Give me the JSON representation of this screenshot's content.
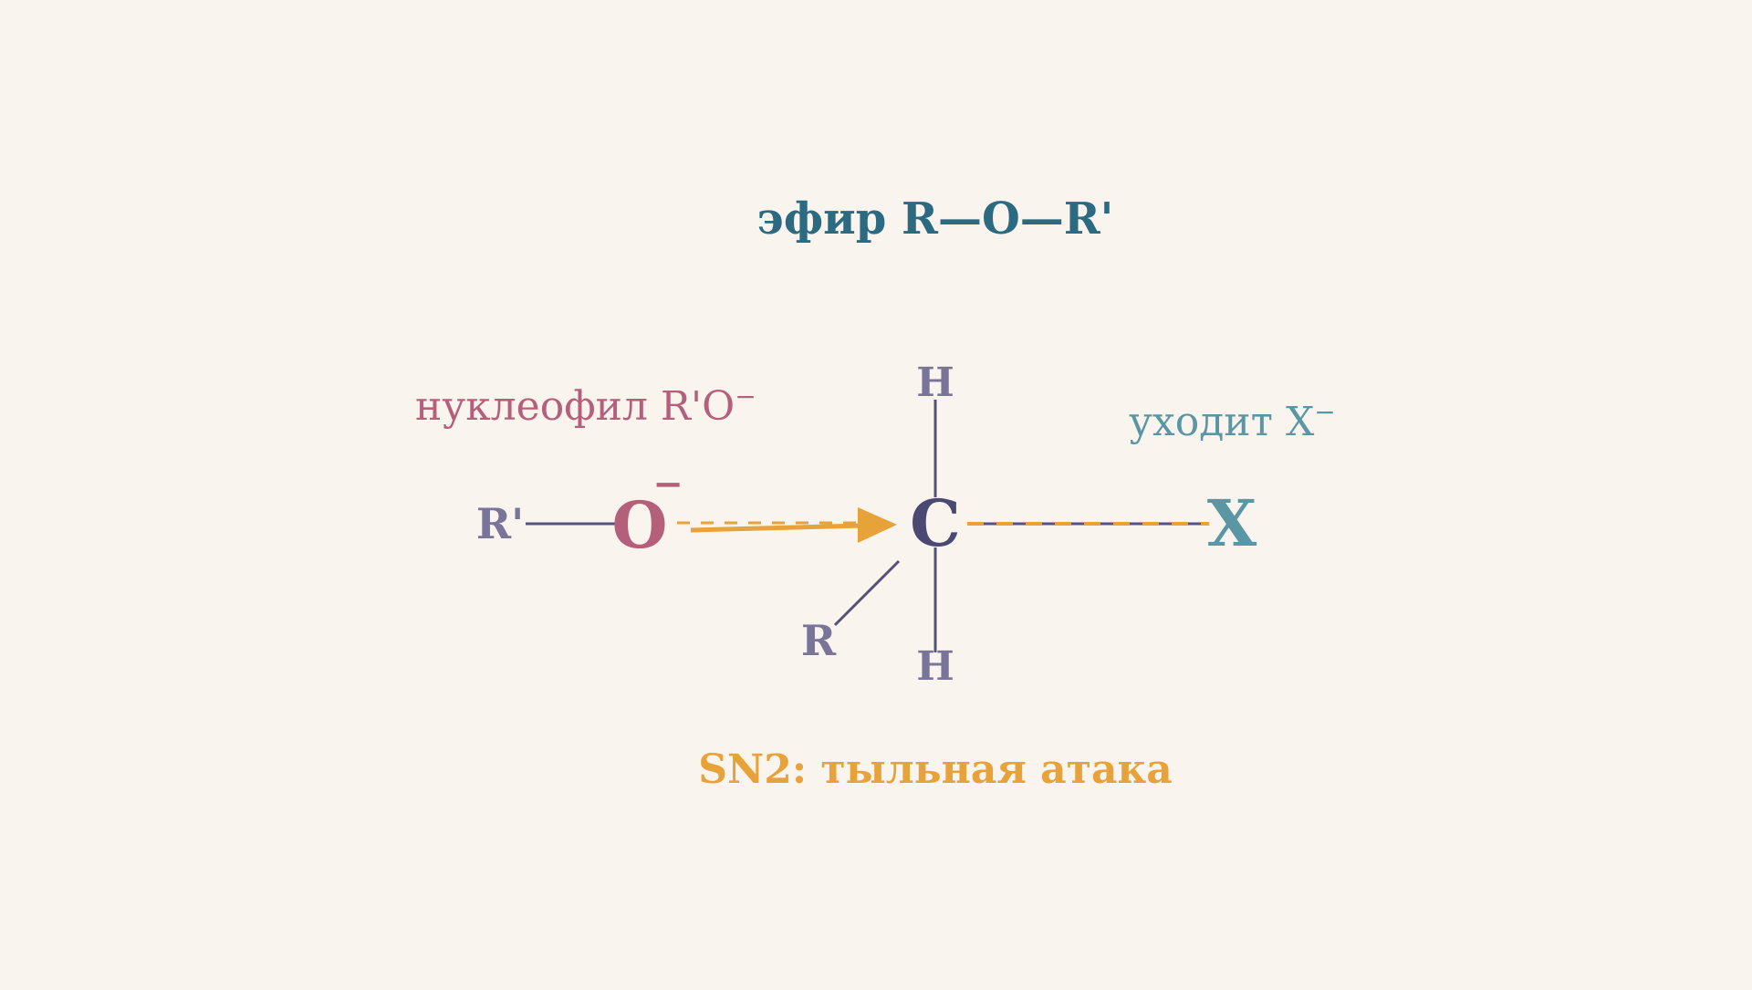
{
  "title": "эфир R—O—R'",
  "nucleophile_label": {
    "text": "нуклеофил R'O",
    "superscript": "−"
  },
  "leaving_label": {
    "text": "уходит X",
    "superscript": "−"
  },
  "caption": "SN2: тыльная атака",
  "atoms": {
    "r_prime": "R'",
    "oxygen": "O",
    "oxygen_charge": "−",
    "carbon": "C",
    "h_top": "H",
    "h_bottom": "H",
    "r": "R",
    "leaving_group": "X"
  },
  "colors": {
    "background": "#faf4ee",
    "title": "#2c6a82",
    "nucleophile": "#b5607a",
    "leaving": "#5a96a4",
    "carbon": "#4b4872",
    "substituent": "#7a7598",
    "bond": "#55527a",
    "attack": "#e8a23a"
  }
}
